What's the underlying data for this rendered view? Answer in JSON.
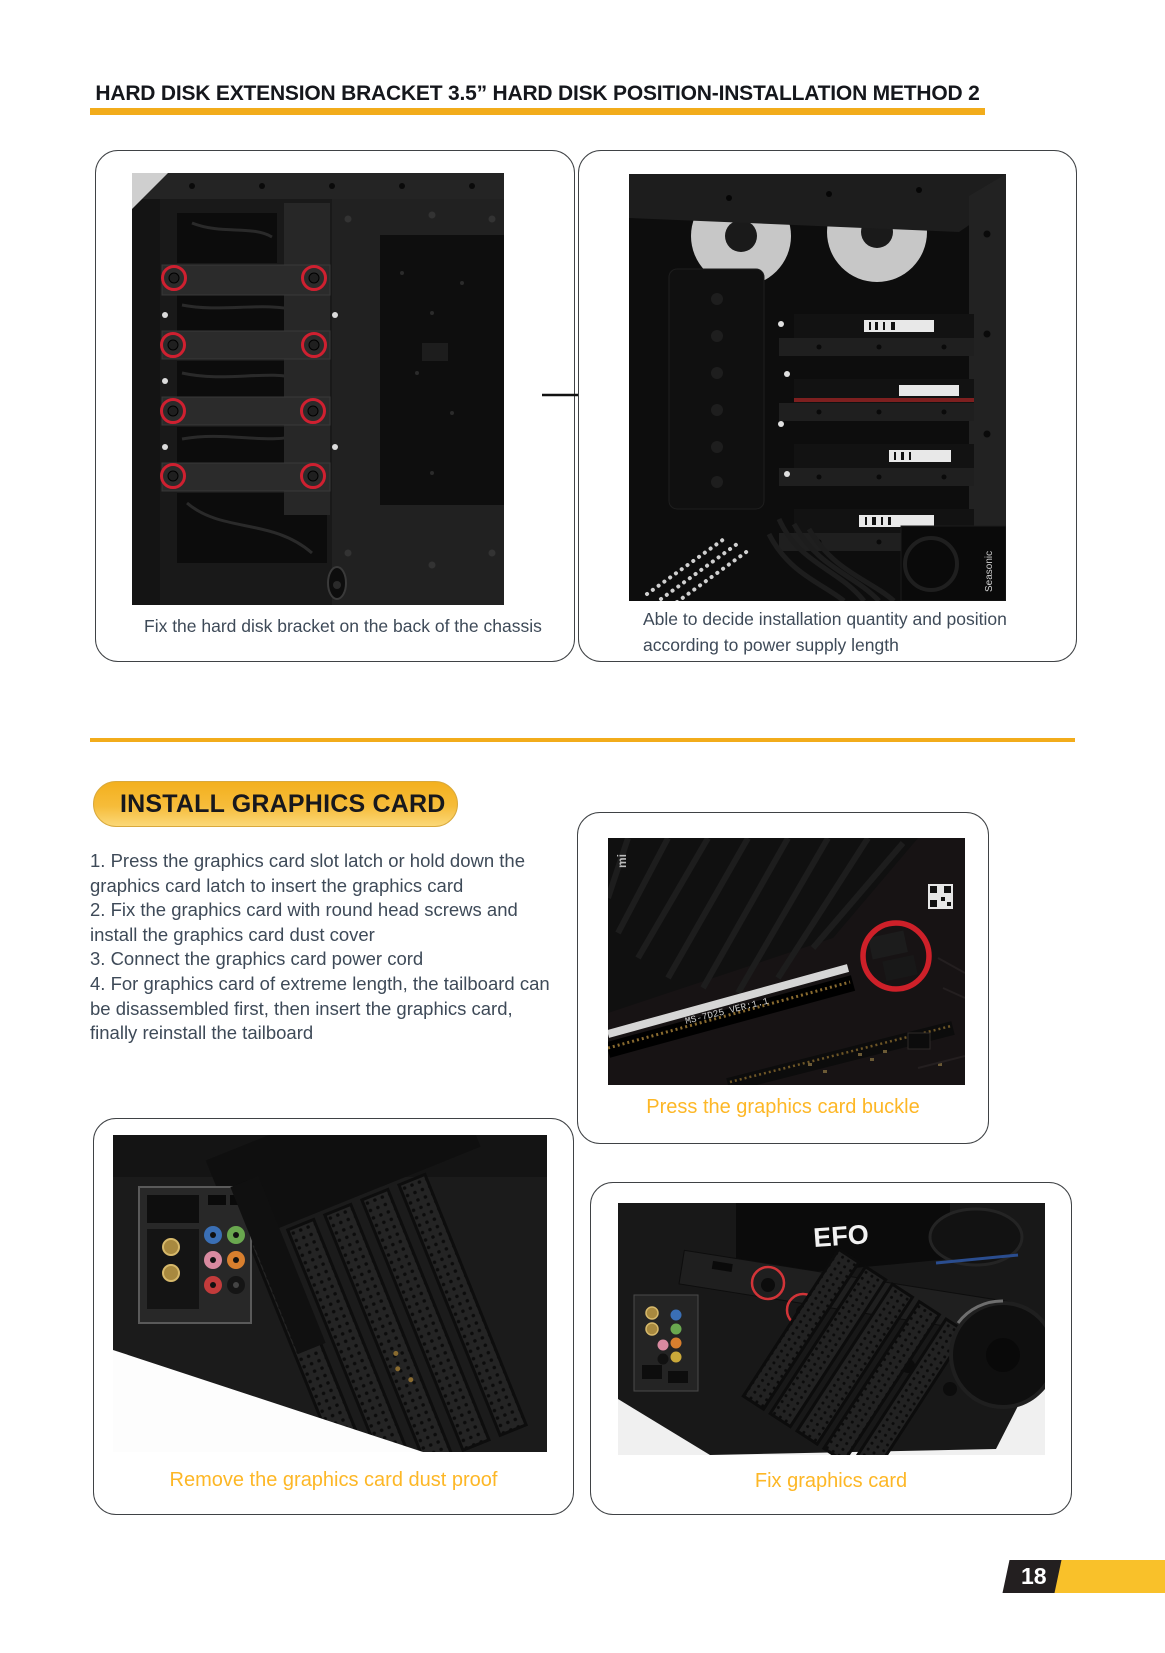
{
  "header": {
    "title": "HARD DISK EXTENSION BRACKET 3.5” HARD DISK POSITION-INSTALLATION METHOD 2"
  },
  "hdd_section": {
    "card_back": {
      "caption": "Fix the hard disk bracket on the back of the chassis"
    },
    "card_quantity": {
      "caption": "Able to decide installation quantity and position according to power supply length"
    }
  },
  "gpu_section": {
    "heading": "INSTALL GRAPHICS CARD",
    "steps": [
      "1. Press the graphics card slot latch or hold down the graphics card latch to insert the graphics card",
      "2. Fix the graphics card with round head screws and install the graphics card dust cover",
      "3. Connect the graphics card power cord",
      "4. For graphics card of extreme length, the tailboard can be disassembled first, then insert the graphics card, finally reinstall the tailboard"
    ],
    "card_buckle": {
      "caption": "Press the graphics card buckle"
    },
    "card_dust": {
      "caption": "Remove the graphics card dust proof"
    },
    "card_fix": {
      "caption": "Fix graphics card"
    }
  },
  "photo_labels": {
    "slot_marking": "MS-7D25 VER:1.1",
    "hdmi_text": "mi",
    "gpu_text": "EFO",
    "psu_brand": "Seasonic"
  },
  "footer": {
    "page_number": "18"
  },
  "colors": {
    "accent_yellow": "#F2AC1B",
    "caption_yellow": "#FDB726",
    "body_text": "#3E4A58",
    "highlight_red": "#CE2029"
  }
}
